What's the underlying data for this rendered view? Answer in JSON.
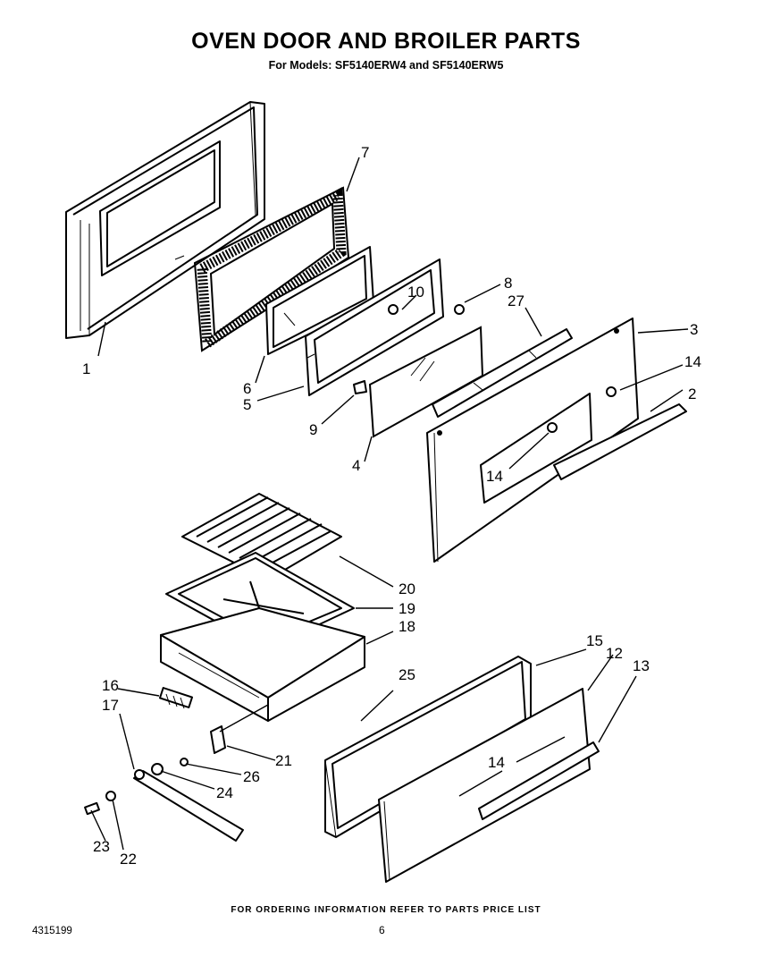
{
  "header": {
    "title": "OVEN DOOR AND BROILER PARTS",
    "subtitle": "For Models: SF5140ERW4 and SF5140ERW5"
  },
  "callouts": {
    "c1": "1",
    "c2": "2",
    "c3": "3",
    "c4": "4",
    "c5": "5",
    "c6": "6",
    "c7": "7",
    "c8": "8",
    "c9": "9",
    "c10": "10",
    "c12": "12",
    "c13": "13",
    "c14a": "14",
    "c14b": "14",
    "c14c": "14",
    "c15": "15",
    "c16": "16",
    "c17": "17",
    "c18": "18",
    "c19": "19",
    "c20": "20",
    "c21": "21",
    "c22": "22",
    "c23": "23",
    "c24": "24",
    "c25": "25",
    "c26": "26",
    "c27": "27"
  },
  "footer": {
    "ordering_note": "FOR ORDERING INFORMATION REFER TO PARTS PRICE LIST",
    "document_number": "4315199",
    "page_number": "6"
  }
}
